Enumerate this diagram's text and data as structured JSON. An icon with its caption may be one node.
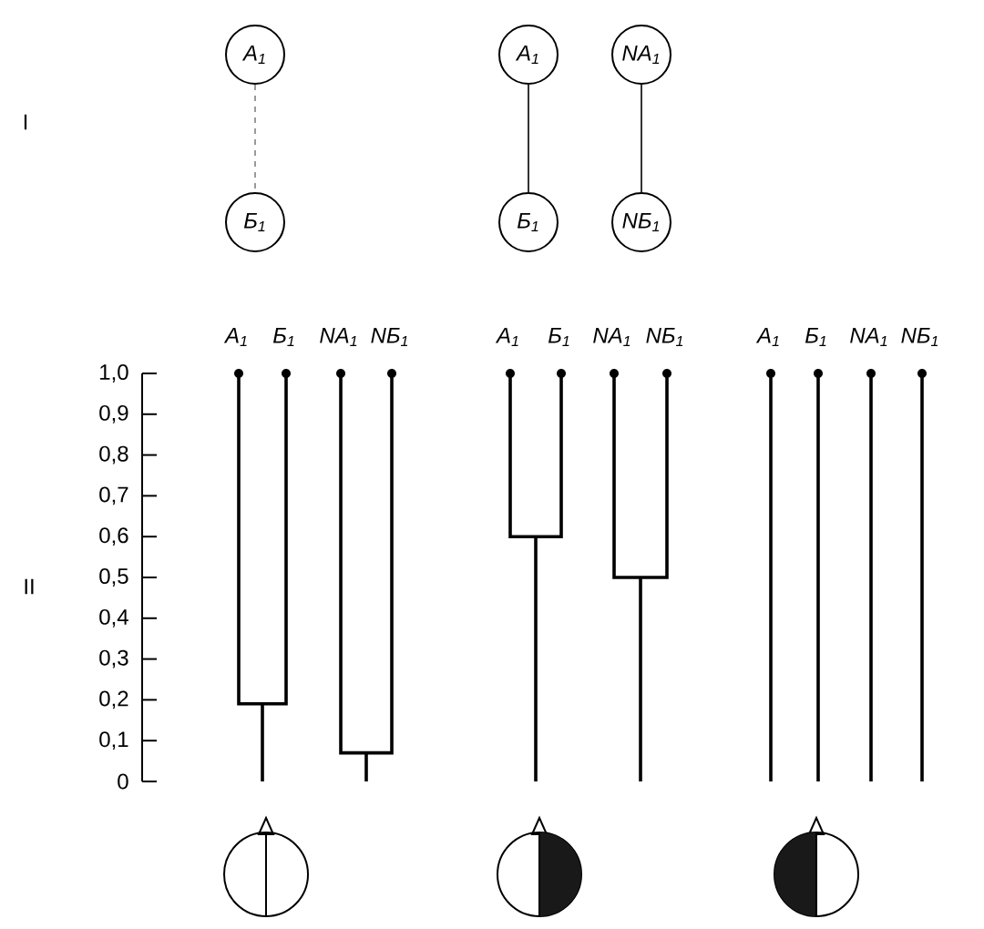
{
  "diagram": {
    "nodes": [
      {
        "text": [
          "A$_{1}$"
        ]
      },
      {
        "text": [
          "A$_{1}$"
        ]
      },
      {
        "text": [
          "NA$_{1}$"
        ]
      },
      {
        "text": [
          "Б$_{1}$"
        ]
      },
      {
        "text": [
          "Б$_{1}$"
        ]
      },
      {
        "text": [
          "NБ$_{1}$"
        ]
      }
    ],
    "edges": [
      {
        "from": 0,
        "to": 3,
        "arrow": "none",
        "style": "dashed"
      },
      {
        "from": 1,
        "to": 4,
        "arrow": "none"
      },
      {
        "from": 2,
        "to": 5,
        "arrow": "none"
      }
    ],
    "labels": [
      "I",
      "A$_{1}$",
      "Б$_{1}$",
      "NA$_{1}$",
      "NБ$_{1}$",
      "A$_{1}$",
      "Б$_{1}$",
      "NA$_{1}$",
      "NБ$_{1}$",
      "A$_{1}$",
      "Б$_{1}$",
      "NA$_{1}$",
      "NБ$_{1}$",
      "II",
      "1,0",
      "0,9",
      "0,8",
      "0,7",
      "0,6",
      "0,5",
      "0,4",
      "0,3",
      "0,2",
      "0,1",
      "0"
    ]
  }
}
